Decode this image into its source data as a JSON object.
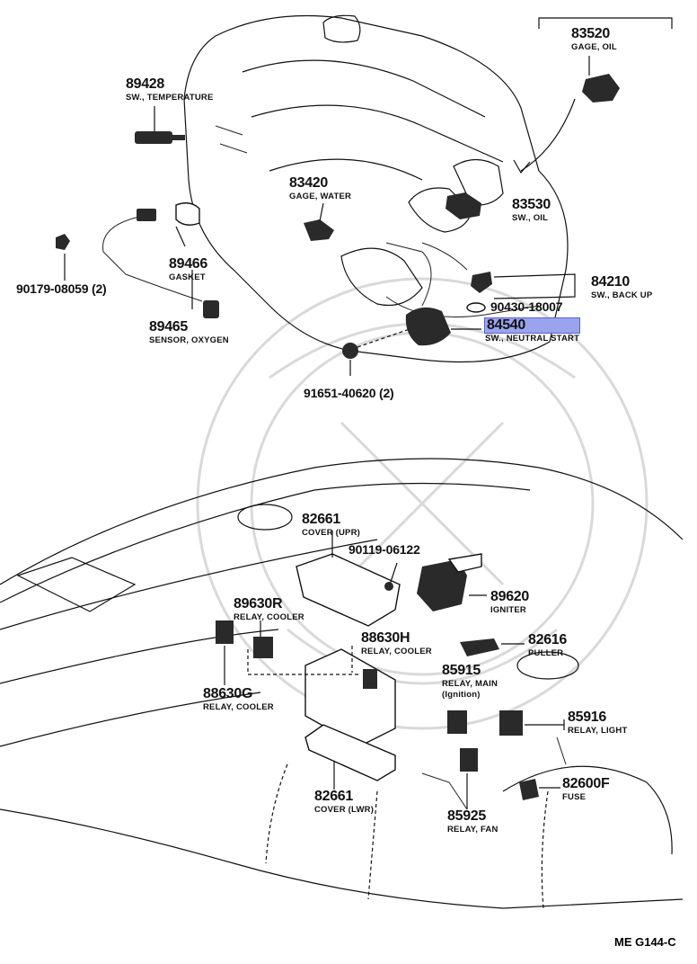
{
  "diagram_code": "ME G144-C",
  "colors": {
    "highlight": "#9aa3ee",
    "line": "#111111"
  },
  "callouts": [
    {
      "id": "83520",
      "number": "83520",
      "desc": "GAGE, OIL"
    },
    {
      "id": "89428",
      "number": "89428",
      "desc": "SW., TEMPERATURE"
    },
    {
      "id": "83420",
      "number": "83420",
      "desc": "GAGE, WATER"
    },
    {
      "id": "83530",
      "number": "83530",
      "desc": "SW., OIL"
    },
    {
      "id": "89466",
      "number": "89466",
      "desc": "GASKET"
    },
    {
      "id": "90179",
      "number": "90179-08059 (2)",
      "desc": ""
    },
    {
      "id": "84210",
      "number": "84210",
      "desc": "SW., BACK UP"
    },
    {
      "id": "90430",
      "number": "90430-18007",
      "desc": ""
    },
    {
      "id": "84540",
      "number": "84540",
      "desc": "SW., NEUTRAL START",
      "highlighted": true
    },
    {
      "id": "89465",
      "number": "89465",
      "desc": "SENSOR, OXYGEN"
    },
    {
      "id": "91651",
      "number": "91651-40620 (2)",
      "desc": ""
    },
    {
      "id": "82661u",
      "number": "82661",
      "desc": "COVER (UPR)"
    },
    {
      "id": "90119",
      "number": "90119-06122",
      "desc": ""
    },
    {
      "id": "89620",
      "number": "89620",
      "desc": "IGNITER"
    },
    {
      "id": "89630r",
      "number": "89630R",
      "desc": "RELAY, COOLER"
    },
    {
      "id": "88630h",
      "number": "88630H",
      "desc": "RELAY, COOLER"
    },
    {
      "id": "82616",
      "number": "82616",
      "desc": "PULLER"
    },
    {
      "id": "85915",
      "number": "85915",
      "desc": "RELAY, MAIN",
      "desc2": "(Ignition)"
    },
    {
      "id": "88630g",
      "number": "88630G",
      "desc": "RELAY, COOLER"
    },
    {
      "id": "85916",
      "number": "85916",
      "desc": "RELAY, LIGHT"
    },
    {
      "id": "82600f",
      "number": "82600F",
      "desc": "FUSE"
    },
    {
      "id": "82661l",
      "number": "82661",
      "desc": "COVER (LWR)"
    },
    {
      "id": "85925",
      "number": "85925",
      "desc": "RELAY, FAN"
    }
  ]
}
